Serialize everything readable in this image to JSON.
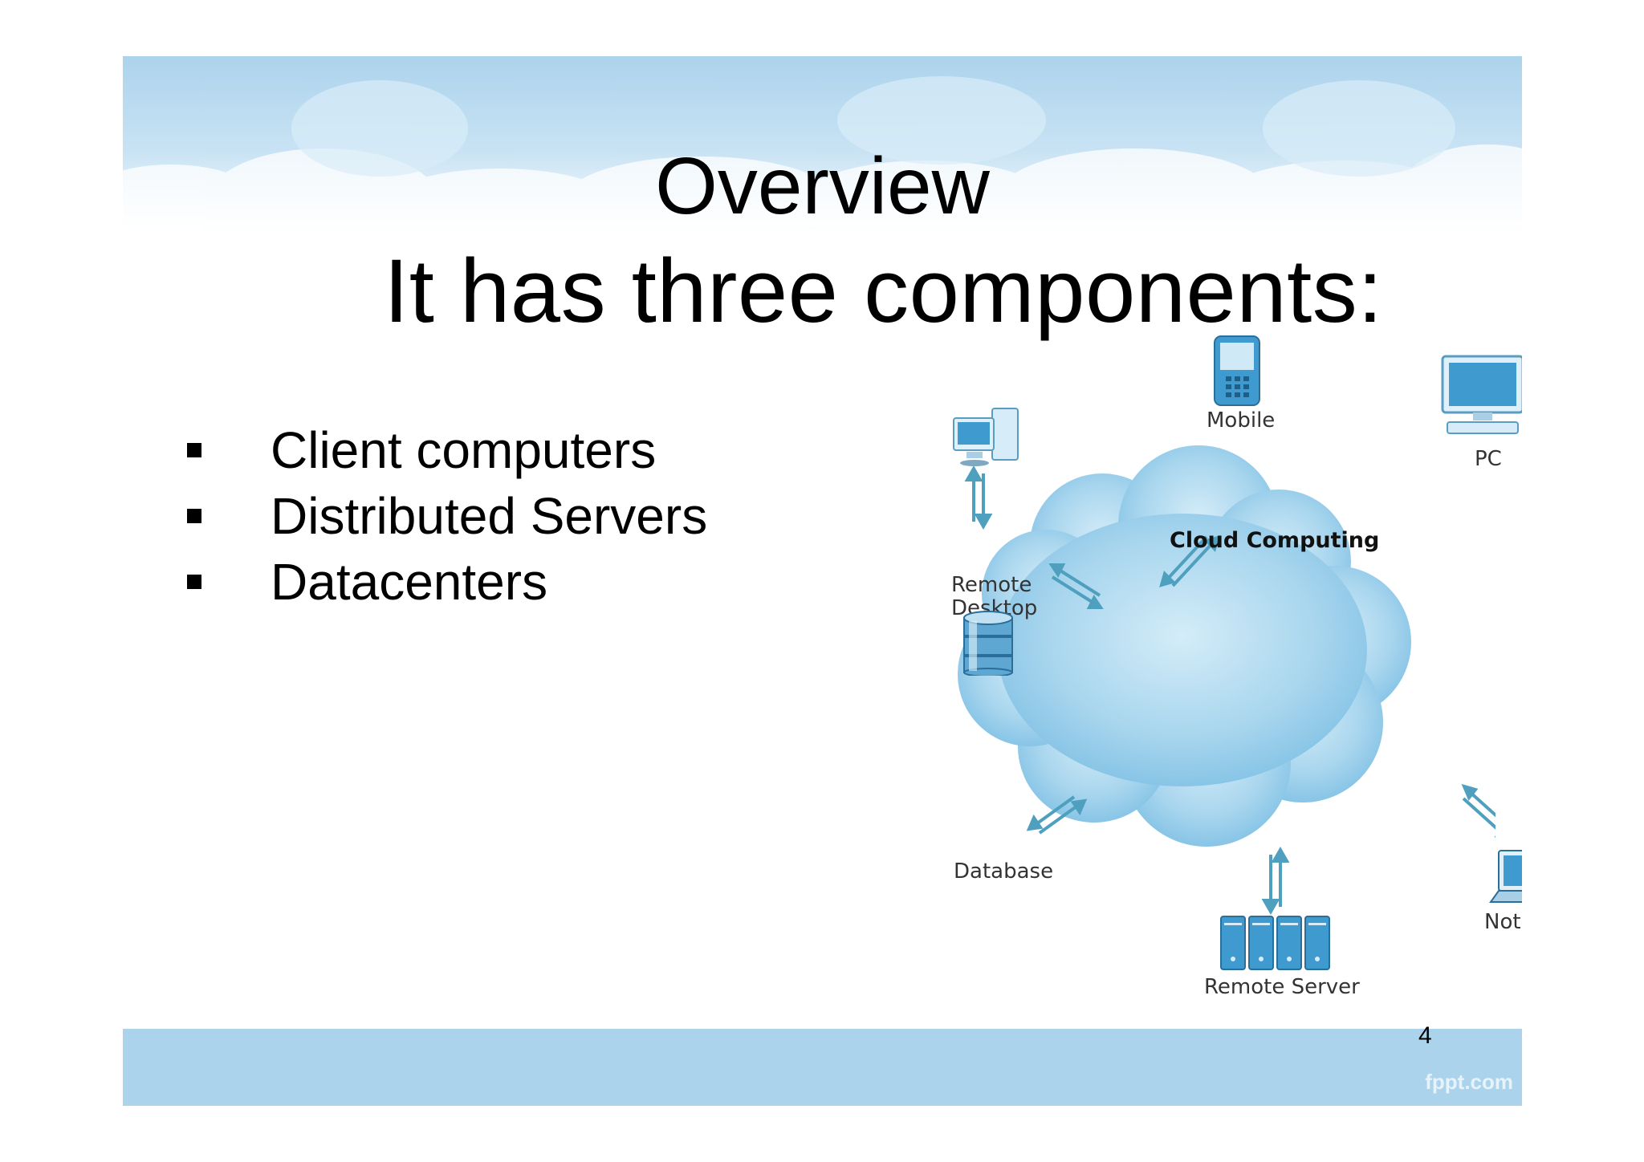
{
  "slide": {
    "title": "Overview",
    "subtitle": "It has three components:",
    "bullets": [
      {
        "label": "Client computers"
      },
      {
        "label": "Distributed Servers"
      },
      {
        "label": "Datacenters"
      }
    ],
    "page_number": "4",
    "brand": "fppt.com"
  },
  "diagram": {
    "center_label": "Cloud Computing",
    "nodes": {
      "mobile": "Mobile",
      "pc": "PC",
      "remote_desktop_line1": "Remote",
      "remote_desktop_line2": "Desktop",
      "database": "Database",
      "remote_server": "Remote Server",
      "notebook": "Notebook"
    }
  },
  "colors": {
    "sky": "#acd3ec",
    "footer": "#acd3ec",
    "cloud": "#9fd0ea",
    "arrow": "#4f9fbf",
    "device": "#3f9ad0"
  }
}
